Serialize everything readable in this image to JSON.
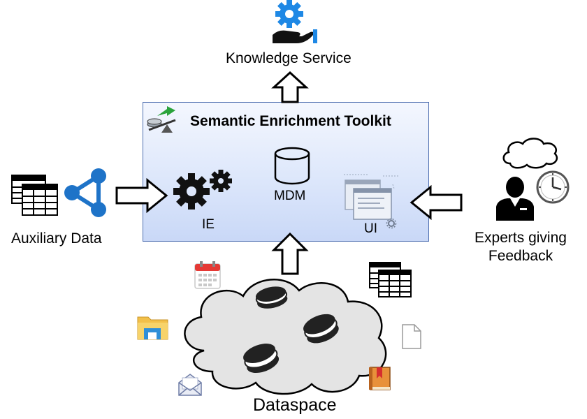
{
  "knowledge_service": {
    "label": "Knowledge Service",
    "icon": "gear-hand-icon"
  },
  "toolkit": {
    "title": "Semantic Enrichment Toolkit",
    "components": {
      "ie": "IE",
      "mdm": "MDM",
      "ui": "UI"
    }
  },
  "auxiliary": {
    "label": "Auxiliary Data",
    "icons": [
      "table-icon",
      "share-icon"
    ]
  },
  "experts": {
    "label": "Experts giving Feedback",
    "icons": [
      "thought-cloud-icon",
      "person-icon",
      "clock-icon"
    ]
  },
  "dataspace": {
    "label": "Dataspace",
    "icons": [
      "calendar-icon",
      "table-icon",
      "folder-icon",
      "file-icon",
      "mail-icon",
      "book-icon",
      "database-icon"
    ]
  },
  "colors": {
    "accent_blue": "#1e88e5",
    "box_border": "#4f6fb0",
    "box_fill": "#dde7fb",
    "cloud_fill": "#e6e6e6"
  }
}
